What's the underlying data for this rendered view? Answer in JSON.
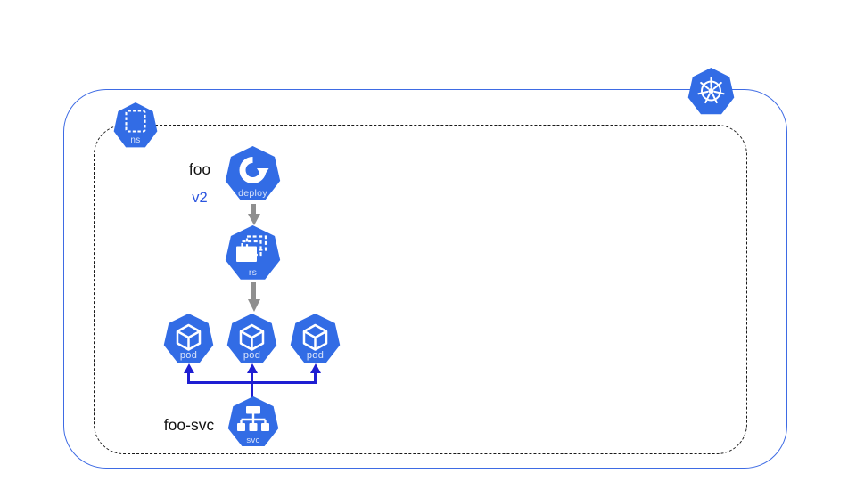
{
  "cluster": {
    "logo_icon": "kubernetes-helm-wheel-icon"
  },
  "namespace": {
    "badge_label": "ns",
    "badge_icon": "namespace-dashed-square-icon"
  },
  "deployment": {
    "name": "foo",
    "version": "v2",
    "badge_label": "deploy",
    "badge_icon": "deploy-rollout-arrow-icon"
  },
  "replicaset": {
    "badge_label": "rs",
    "badge_icon": "replicaset-stacked-rects-icon"
  },
  "pods": [
    {
      "badge_label": "pod",
      "badge_icon": "pod-cube-icon"
    },
    {
      "badge_label": "pod",
      "badge_icon": "pod-cube-icon"
    },
    {
      "badge_label": "pod",
      "badge_icon": "pod-cube-icon"
    }
  ],
  "service": {
    "name": "foo-svc",
    "badge_label": "svc",
    "badge_icon": "service-topology-icon"
  },
  "colors": {
    "k8s_blue": "#326CE5",
    "cluster_border_blue": "#3E6BE4",
    "namespace_border_dark": "#1a1a1a",
    "rollout_arrow_gray": "#8f8f8f",
    "service_link_blue": "#1e1ed2",
    "version_text_blue": "#2b55df",
    "deployment_text_black": "#111111"
  }
}
